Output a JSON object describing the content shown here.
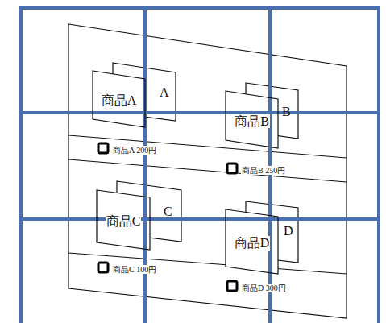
{
  "diagram": {
    "nodes": [
      {
        "text": [
          "商品A"
        ]
      },
      {
        "text": [
          "商品B"
        ]
      },
      {
        "text": [
          "商品C"
        ]
      },
      {
        "text": [
          "商品D"
        ]
      }
    ],
    "labels": [
      "A",
      "B",
      "C",
      "D",
      "商品A 200円",
      "商品B 250円",
      "商品C 100円",
      "商品D 300円"
    ]
  }
}
